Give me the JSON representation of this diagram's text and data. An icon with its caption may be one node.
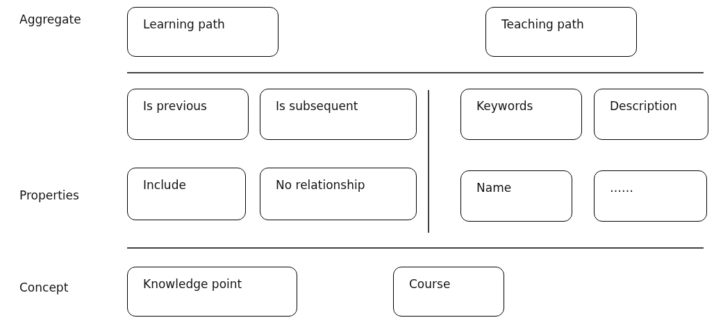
{
  "diagram": {
    "nodes": [
      {
        "text": [
          "Learning path"
        ]
      },
      {
        "text": [
          "Teaching path"
        ]
      },
      {
        "text": [
          "Is previous"
        ]
      },
      {
        "text": [
          "Is subsequent"
        ]
      },
      {
        "text": [
          "Keywords"
        ]
      },
      {
        "text": [
          "Description"
        ]
      },
      {
        "text": [
          "Include"
        ]
      },
      {
        "text": [
          "No relationship"
        ]
      },
      {
        "text": [
          "Name"
        ]
      },
      {
        "text": [
          "……"
        ]
      },
      {
        "text": [
          "Knowledge point"
        ]
      },
      {
        "text": [
          "Course"
        ]
      }
    ],
    "edges": [],
    "labels": [
      "Aggregate",
      "Properties",
      "Concept"
    ]
  }
}
